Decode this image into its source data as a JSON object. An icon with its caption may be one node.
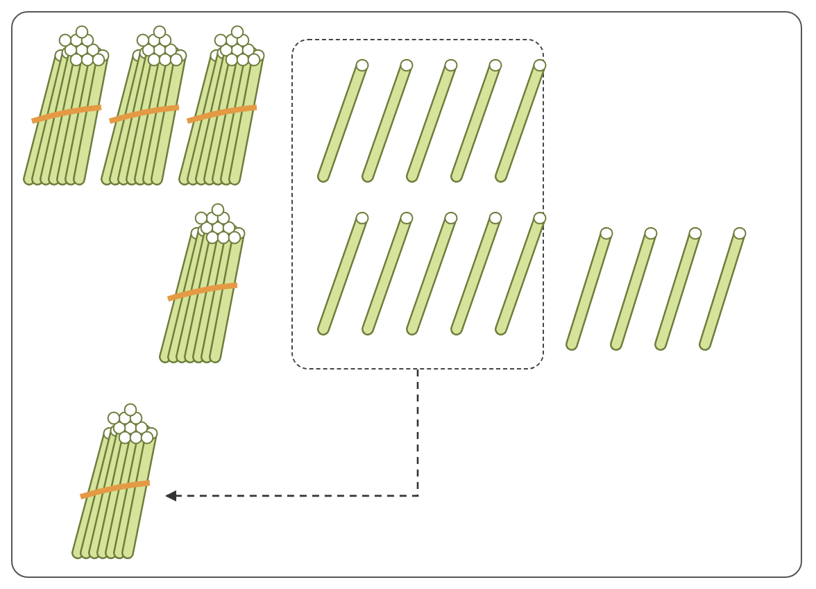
{
  "diagram": {
    "nodes": [
      {
        "text": [],
        "shape": "box"
      },
      {
        "text": [],
        "shape": "picture"
      }
    ],
    "edges": [
      {
        "from": 0,
        "to": 1,
        "arrow": "to",
        "style": "dashed"
      }
    ]
  }
}
